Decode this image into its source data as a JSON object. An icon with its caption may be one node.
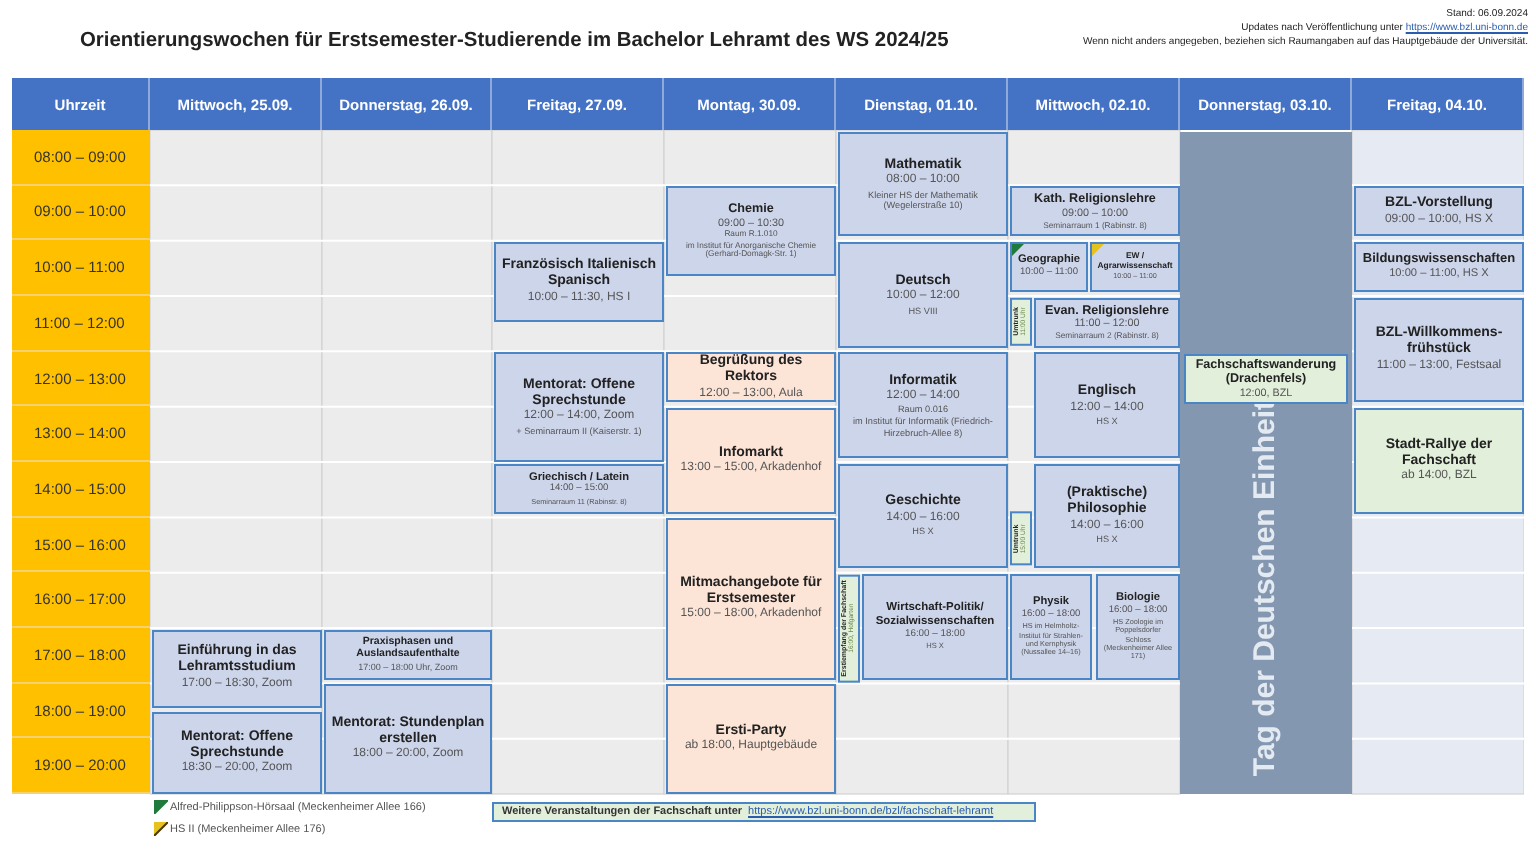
{
  "diagram": {
    "title": "Orientierungswochen für Erstsemester-Studierende im Bachelor Lehramt des WS 2024/25",
    "nodes": [
      {
        "text": [
          "Einführung in das Lehramtsstudium",
          "17:00 – 18:30, Zoom"
        ]
      },
      {
        "text": [
          "Mentorat: Offene Sprechstunde",
          "18:30 – 20:00, Zoom"
        ]
      },
      {
        "text": [
          "Praxisphasen und Auslandsaufenthalte",
          "17:00 – 18:00 Uhr, Zoom"
        ]
      },
      {
        "text": [
          "Mentorat: Stundenplan erstellen",
          "18:00 – 20:00, Zoom"
        ]
      },
      {
        "text": [
          "Französisch Italienisch Spanisch",
          "10:00 – 11:30, HS I"
        ]
      },
      {
        "text": [
          "Mentorat: Offene Sprechstunde",
          "12:00 – 14:00, Zoom",
          "+ Seminarraum II (Kaiserstr. 1)"
        ]
      },
      {
        "text": [
          "Griechisch / Latein",
          "14:00 – 15:00",
          "Seminarraum 11 (Rabinstr. 8)"
        ]
      },
      {
        "text": [
          "Chemie",
          "09:00 – 10:30",
          "Raum R.1.010",
          "im Institut für Anorganische Chemie (Gerhard-Domagk-Str. 1)"
        ]
      },
      {
        "text": [
          "Begrüßung des Rektors",
          "12:00 – 13:00, Aula"
        ]
      },
      {
        "text": [
          "Infomarkt",
          "13:00 – 15:00, Arkadenhof"
        ]
      },
      {
        "text": [
          "Mitmachangebote für Erstsemester",
          "15:00 – 18:00, Arkadenhof"
        ]
      },
      {
        "text": [
          "Ersti-Party",
          "ab 18:00, Hauptgebäude"
        ]
      },
      {
        "text": [
          "Mathematik",
          "08:00 – 10:00",
          "Kleiner HS der Mathematik (Wegelerstraße 10)"
        ]
      },
      {
        "text": [
          "Deutsch",
          "10:00 – 12:00",
          "HS VIII"
        ]
      },
      {
        "text": [
          "Informatik",
          "12:00 – 14:00",
          "Raum 0.016",
          "im Institut für Informatik (Friedrich-Hirzebruch-Allee 8)"
        ]
      },
      {
        "text": [
          "Geschichte",
          "14:00 – 16:00",
          "HS X"
        ]
      },
      {
        "text": [
          "Erstiempfang der Fachschaft",
          "16:00, Hofgarten"
        ]
      },
      {
        "text": [
          "Wirtschaft-Politik/ Sozialwissenschaften",
          "16:00 – 18:00",
          "HS X"
        ]
      },
      {
        "text": [
          "Kath. Religionslehre",
          "09:00 – 10:00",
          "Seminarraum 1 (Rabinstr. 8)"
        ]
      },
      {
        "text": [
          "Geographie",
          "10:00 – 11:00"
        ]
      },
      {
        "text": [
          "EW / Agrarwissenschaft",
          "10:00 – 11:00"
        ]
      },
      {
        "text": [
          "Umtrunk",
          "11:00 Uhr"
        ]
      },
      {
        "text": [
          "Evan. Religionslehre",
          "11:00 – 12:00",
          "Seminarraum 2 (Rabinstr. 8)"
        ]
      },
      {
        "text": [
          "Englisch",
          "12:00 – 14:00",
          "HS X"
        ]
      },
      {
        "text": [
          "Umtrunk",
          "15:00 Uhr"
        ]
      },
      {
        "text": [
          "(Praktische) Philosophie",
          "14:00 – 16:00",
          "HS X"
        ]
      },
      {
        "text": [
          "Physik",
          "16:00 – 18:00",
          "HS im Helmholtz-Institut für Strahlen- und Kernphysik (Nussallee 14–16)"
        ]
      },
      {
        "text": [
          "Biologie",
          "16:00 – 18:00",
          "HS Zoologie im Poppelsdorfer Schloss (Meckenheimer Allee 171)"
        ]
      },
      {
        "text": [
          "Tag der Deutschen Einheit"
        ]
      },
      {
        "text": [
          "Fachschaftswanderung (Drachenfels)",
          "12:00, BZL"
        ],
        "in": 28
      },
      {
        "text": [
          "BZL-Vorstellung",
          "09:00 – 10:00, HS X"
        ]
      },
      {
        "text": [
          "Bildungswissenschaften",
          "10:00 – 11:00, HS X"
        ]
      },
      {
        "text": [
          "BZL-Willkommens-frühstück",
          "11:00 – 13:00, Festsaal"
        ]
      },
      {
        "text": [
          "Stadt-Rallye der Fachschaft",
          "ab 14:00, BZL"
        ]
      },
      {
        "text": [
          "Weitere Veranstaltungen der Fachschaft unter",
          "https://www.bzl.uni-bonn.de/bzl/fachschaft-lehramt"
        ]
      }
    ],
    "labels": [
      "Stand: 06.09.2024",
      "Updates nach Veröffentlichung unter",
      "https://www.bzl.uni-bonn.de",
      "Wenn nicht anders angegeben, beziehen sich Raumangaben auf das Hauptgebäude der Universität.",
      "Uhrzeit",
      "Mittwoch, 25.09.",
      "Donnerstag, 26.09.",
      "Freitag, 27.09.",
      "Montag, 30.09.",
      "Dienstag, 01.10.",
      "Mittwoch, 02.10.",
      "Donnerstag, 03.10.",
      "Freitag, 04.10.",
      "08:00 – 09:00",
      "09:00 – 10:00",
      "10:00 – 11:00",
      "11:00 – 12:00",
      "12:00 – 13:00",
      "13:00 – 14:00",
      "14:00 – 15:00",
      "15:00 – 16:00",
      "16:00 – 17:00",
      "17:00 – 18:00",
      "18:00 – 19:00",
      "19:00 – 20:00"
    ],
    "legend": [
      {
        "text": "Alfred-Philippson-Hörsaal (Meckenheimer Allee 166)"
      },
      {
        "text": "HS II (Meckenheimer Allee 176)"
      }
    ]
  }
}
